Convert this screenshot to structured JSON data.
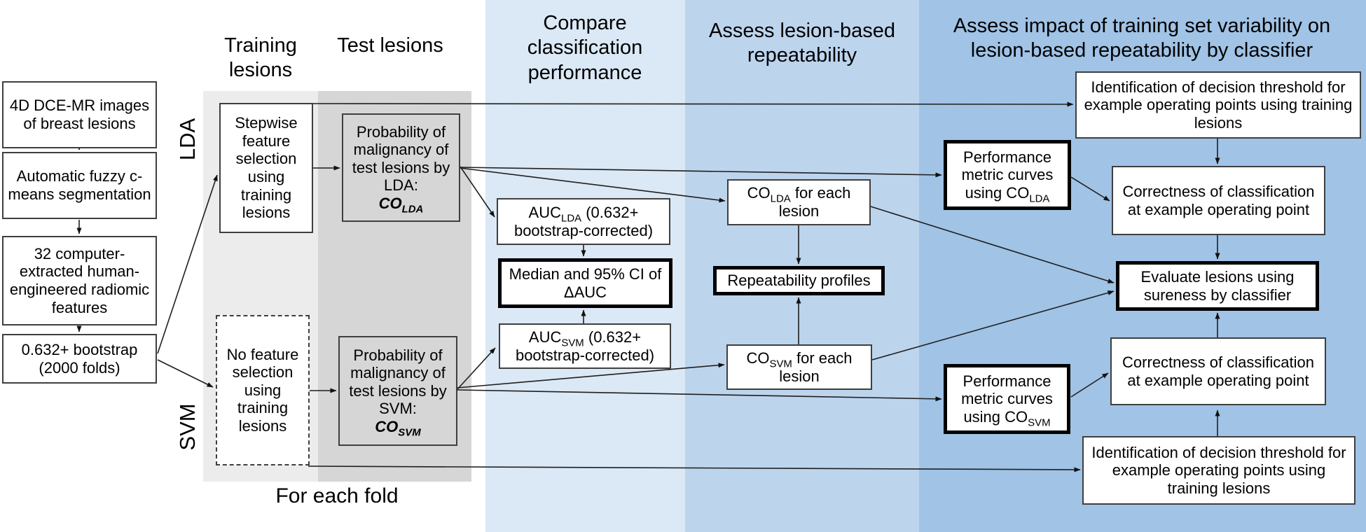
{
  "headers": {
    "training": "Training lesions",
    "test": "Test lesions",
    "compare": "Compare classification performance",
    "repeatability": "Assess lesion-based repeatability",
    "impact": "Assess impact of training set variability on lesion-based repeatability by classifier",
    "for_each_fold": "For each fold",
    "lda": "LDA",
    "svm": "SVM"
  },
  "colors": {
    "band_training": "#ececec",
    "band_test": "#d6d6d6",
    "band_compare": "#dbe8f5",
    "band_repeatability": "#bdd4ed",
    "band_impact": "#a0c3e6",
    "box_gray": "#d6d6d6"
  },
  "boxes": {
    "dce": "4D DCE-MR images of breast lesions",
    "fuzzy": "Automatic fuzzy c-means segmentation",
    "radiomic": "32 computer-extracted human-engineered radiomic features",
    "bootstrap": "0.632+ bootstrap (2000 folds)",
    "stepwise": "Stepwise feature selection using training lesions",
    "nofeature": "No feature selection using training lesions",
    "prob_lda": {
      "main": "Probability of malignancy of test lesions by LDA:",
      "co": "CO",
      "sub": "LDA"
    },
    "prob_svm": {
      "main": "Probability of malignancy of test lesions by SVM:",
      "co": "CO",
      "sub": "SVM"
    },
    "auc_lda": {
      "pre": "AUC",
      "sub": "LDA",
      "post": " (0.632+ bootstrap-corrected)"
    },
    "auc_svm": {
      "pre": "AUC",
      "sub": "SVM",
      "post": " (0.632+ bootstrap-corrected)"
    },
    "median": "Median and 95% CI of ΔAUC",
    "co_lda": {
      "pre": "CO",
      "sub": "LDA",
      "post": " for each lesion"
    },
    "co_svm": {
      "pre": "CO",
      "sub": "SVM",
      "post": " for each lesion"
    },
    "repeat_profiles": "Repeatability profiles",
    "ident_top": "Identification of decision threshold for example operating points using training lesions",
    "perf_lda": {
      "pre": "Performance metric curves using CO",
      "sub": "LDA"
    },
    "correct_top": "Correctness of classification at example operating point",
    "evaluate": "Evaluate lesions using sureness by classifier",
    "correct_bottom": "Correctness of classification at example operating point",
    "perf_svm": {
      "pre": "Performance metric curves using CO",
      "sub": "SVM"
    },
    "ident_bottom": "Identification of decision threshold for example operating points using training lesions"
  }
}
